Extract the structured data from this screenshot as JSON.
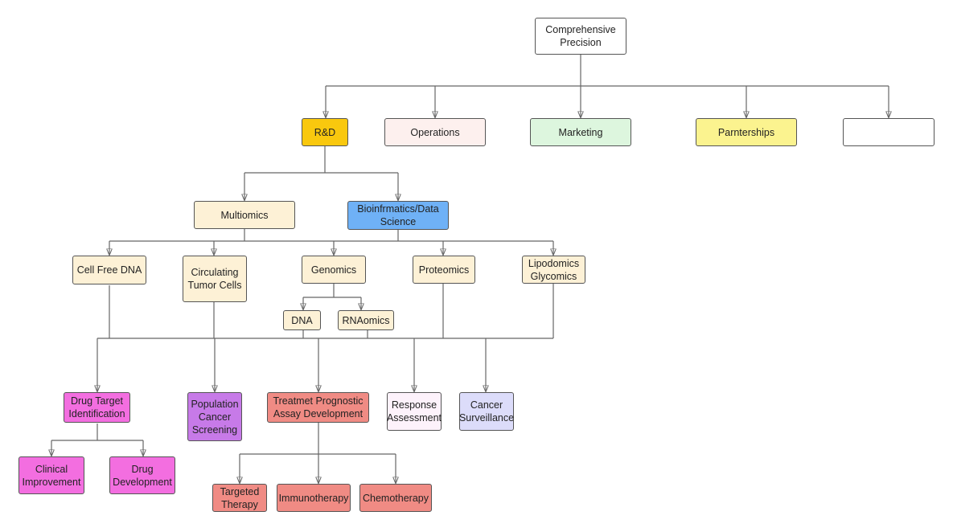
{
  "colors": {
    "root": "#ffffff",
    "rnd": "#f9c80e",
    "operations": "#fdf0ee",
    "marketing": "#ddf6de",
    "partnerships": "#fbf38f",
    "blank": "#ffffff",
    "cream": "#fdf1d6",
    "bioinformatics": "#6fb1f6",
    "magenta": "#f36ee0",
    "purple": "#c77ae8",
    "salmon": "#f08b84",
    "response": "#fdf2fb",
    "surveillance": "#dcdcfa"
  },
  "nodes": {
    "root": "Comprehensive\nPrecision",
    "rnd": "R&D",
    "operations": "Operations",
    "marketing": "Marketing",
    "partnerships": "Parnterships",
    "blank": "",
    "multiomics": "Multiomics",
    "bioinformatics": "Bioinfrmatics/Data\nScience",
    "cell_free_dna": "Cell Free DNA",
    "ctc": "Circulating\nTumor Cells",
    "genomics": "Genomics",
    "proteomics": "Proteomics",
    "lipodomics": "Lipodomics\nGlycomics",
    "dna": "DNA",
    "rnaomics": "RNAomics",
    "drug_target": "Drug Target\nIdentification",
    "population_screening": "Population\nCancer\nScreening",
    "treatment_assay": "Treatmet Prognostic\nAssay Development",
    "response": "Response\nAssessment",
    "surveillance": "Cancer\nSurveillance",
    "clinical": "Clinical\nImprovement",
    "drug_dev": "Drug\nDevelopment",
    "targeted": "Targeted\nTherapy",
    "immuno": "Immunotherapy",
    "chemo": "Chemotherapy"
  }
}
